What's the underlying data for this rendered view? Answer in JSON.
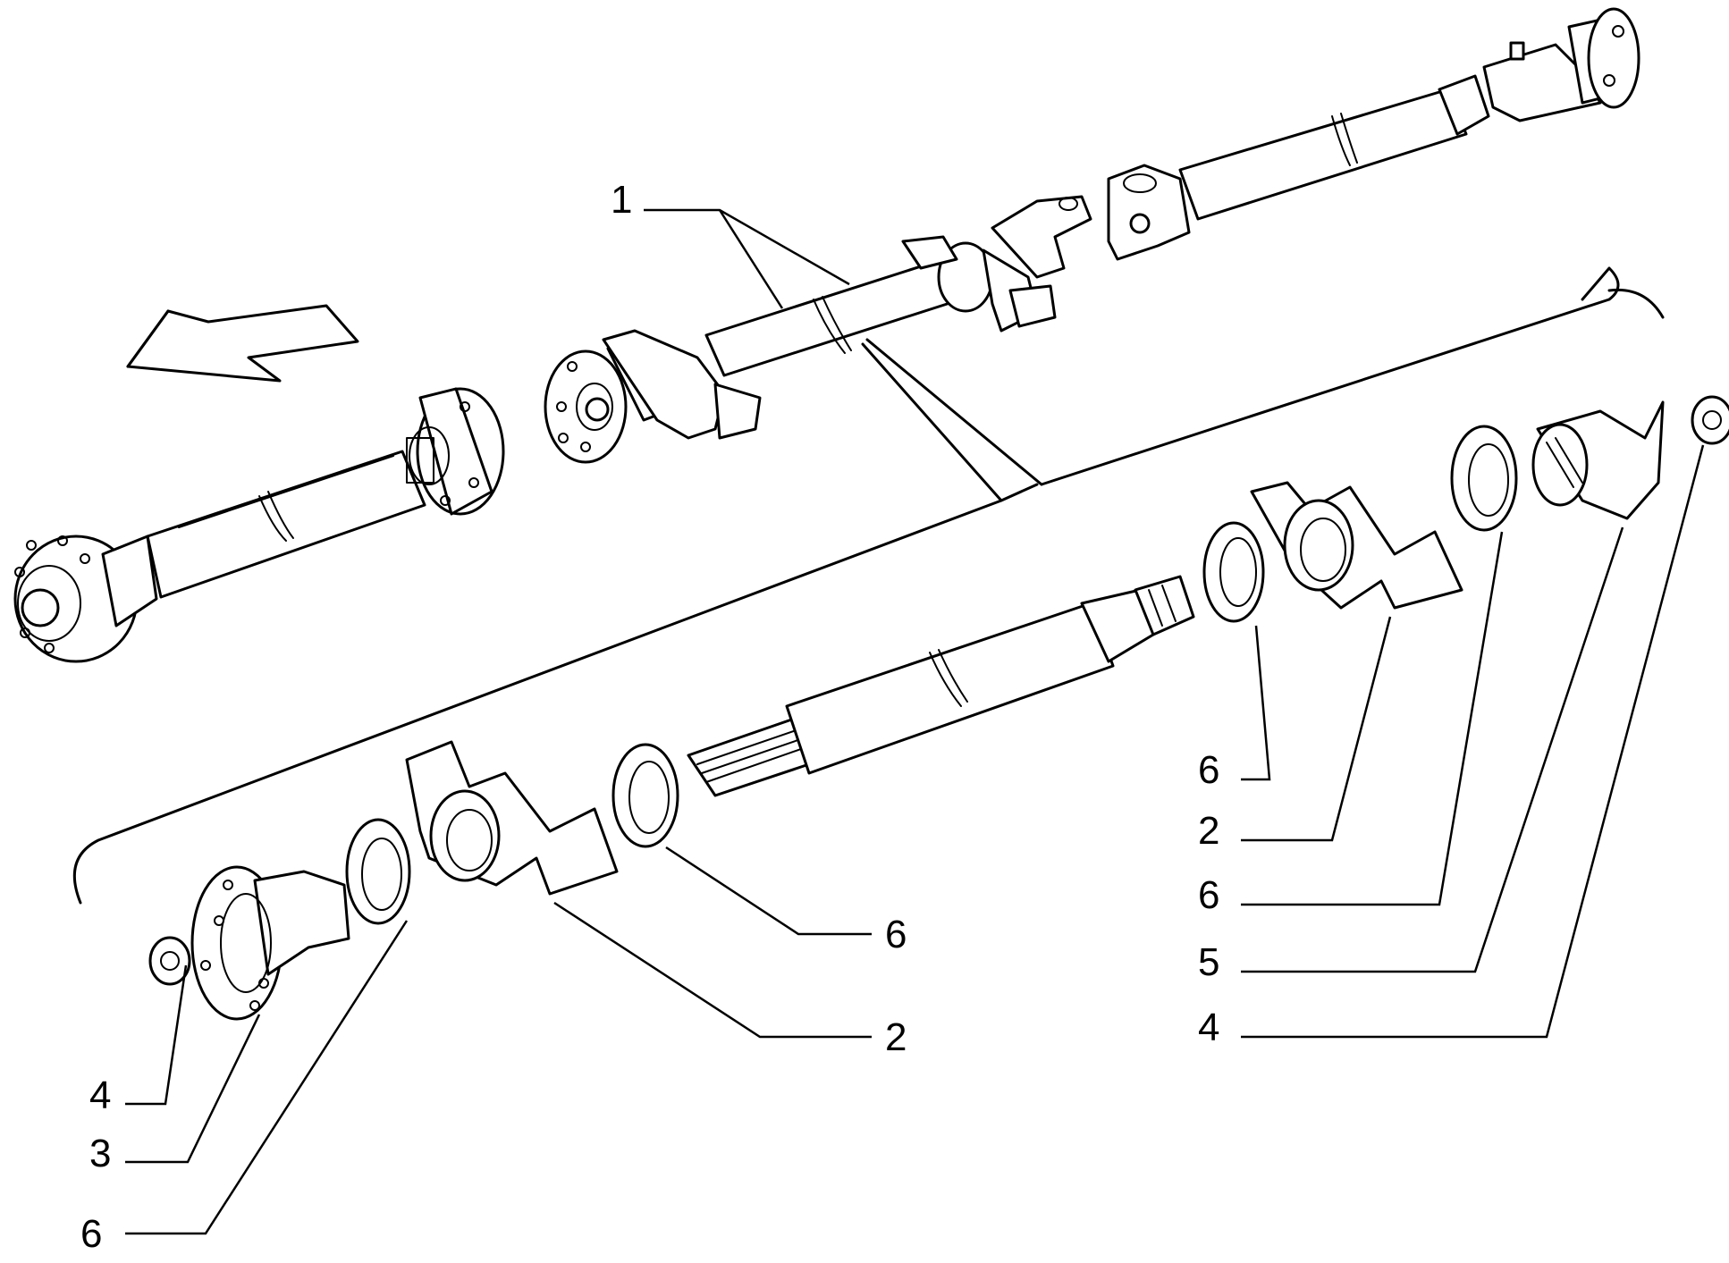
{
  "colors": {
    "stroke": "#000000",
    "background": "#ffffff"
  },
  "icons": {
    "direction": "direction-arrow-icon"
  },
  "callouts": [
    {
      "id": "c1",
      "text": "1"
    },
    {
      "id": "c6a",
      "text": "6"
    },
    {
      "id": "c2a",
      "text": "2"
    },
    {
      "id": "c6b",
      "text": "6"
    },
    {
      "id": "c5",
      "text": "5"
    },
    {
      "id": "c4a",
      "text": "4"
    },
    {
      "id": "c6c",
      "text": "6"
    },
    {
      "id": "c2b",
      "text": "2"
    },
    {
      "id": "c4b",
      "text": "4"
    },
    {
      "id": "c3",
      "text": "3"
    },
    {
      "id": "c6d",
      "text": "6"
    }
  ]
}
